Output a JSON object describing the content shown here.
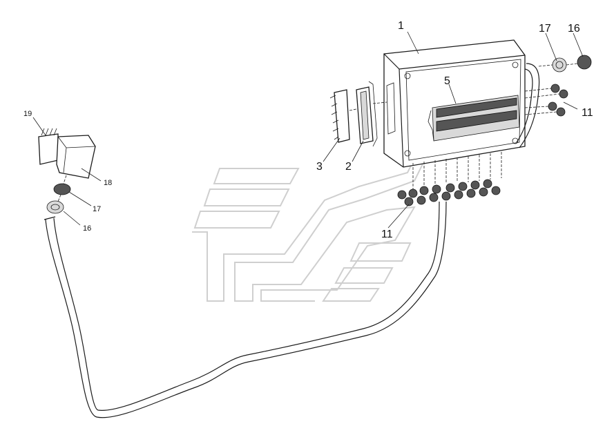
{
  "diagram": {
    "labels": [
      {
        "id": "box",
        "text": "1"
      },
      {
        "id": "connector-socket",
        "text": "2"
      },
      {
        "id": "connector-plug",
        "text": "3"
      },
      {
        "id": "terminal-block",
        "text": "5"
      },
      {
        "id": "gland-right",
        "text": "11"
      },
      {
        "id": "gland-bottom",
        "text": "11"
      },
      {
        "id": "nut-top",
        "text": "17"
      },
      {
        "id": "cap-top",
        "text": "16"
      },
      {
        "id": "plug-pins",
        "text": "19"
      },
      {
        "id": "plug-housing",
        "text": "18"
      },
      {
        "id": "nut-left",
        "text": "17"
      },
      {
        "id": "cap-left",
        "text": "16"
      }
    ],
    "colors": {
      "line": "#1a1a1a",
      "watermark": "#cfcfcf",
      "shade": "#d9d9d9"
    }
  }
}
